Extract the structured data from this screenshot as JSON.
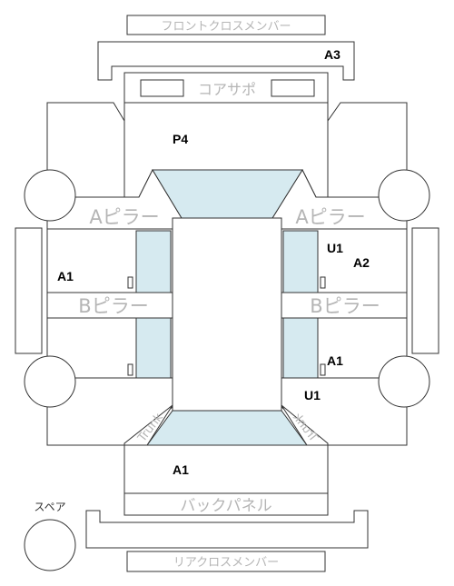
{
  "labels": {
    "front_cross_member": "フロントクロスメンバー",
    "core_support": "コアサポ",
    "a_pillar_left": "Aピラー",
    "a_pillar_right": "Aピラー",
    "b_pillar_left": "Bピラー",
    "b_pillar_right": "Bピラー",
    "back_panel": "バックパネル",
    "rear_cross_member": "リアクロスメンバー",
    "spare": "スペア",
    "trunk_left": "Trunk",
    "trunk_right": "Trunk"
  },
  "damage_codes": {
    "a3": "A3",
    "p4": "P4",
    "u1_right_upper": "U1",
    "a2_right": "A2",
    "a1_left": "A1",
    "a1_right": "A1",
    "u1_right_lower": "U1",
    "a1_back": "A1"
  },
  "colors": {
    "glass": "#d6eaf0",
    "line": "#333333",
    "label_gray": "#b5b5b5"
  }
}
